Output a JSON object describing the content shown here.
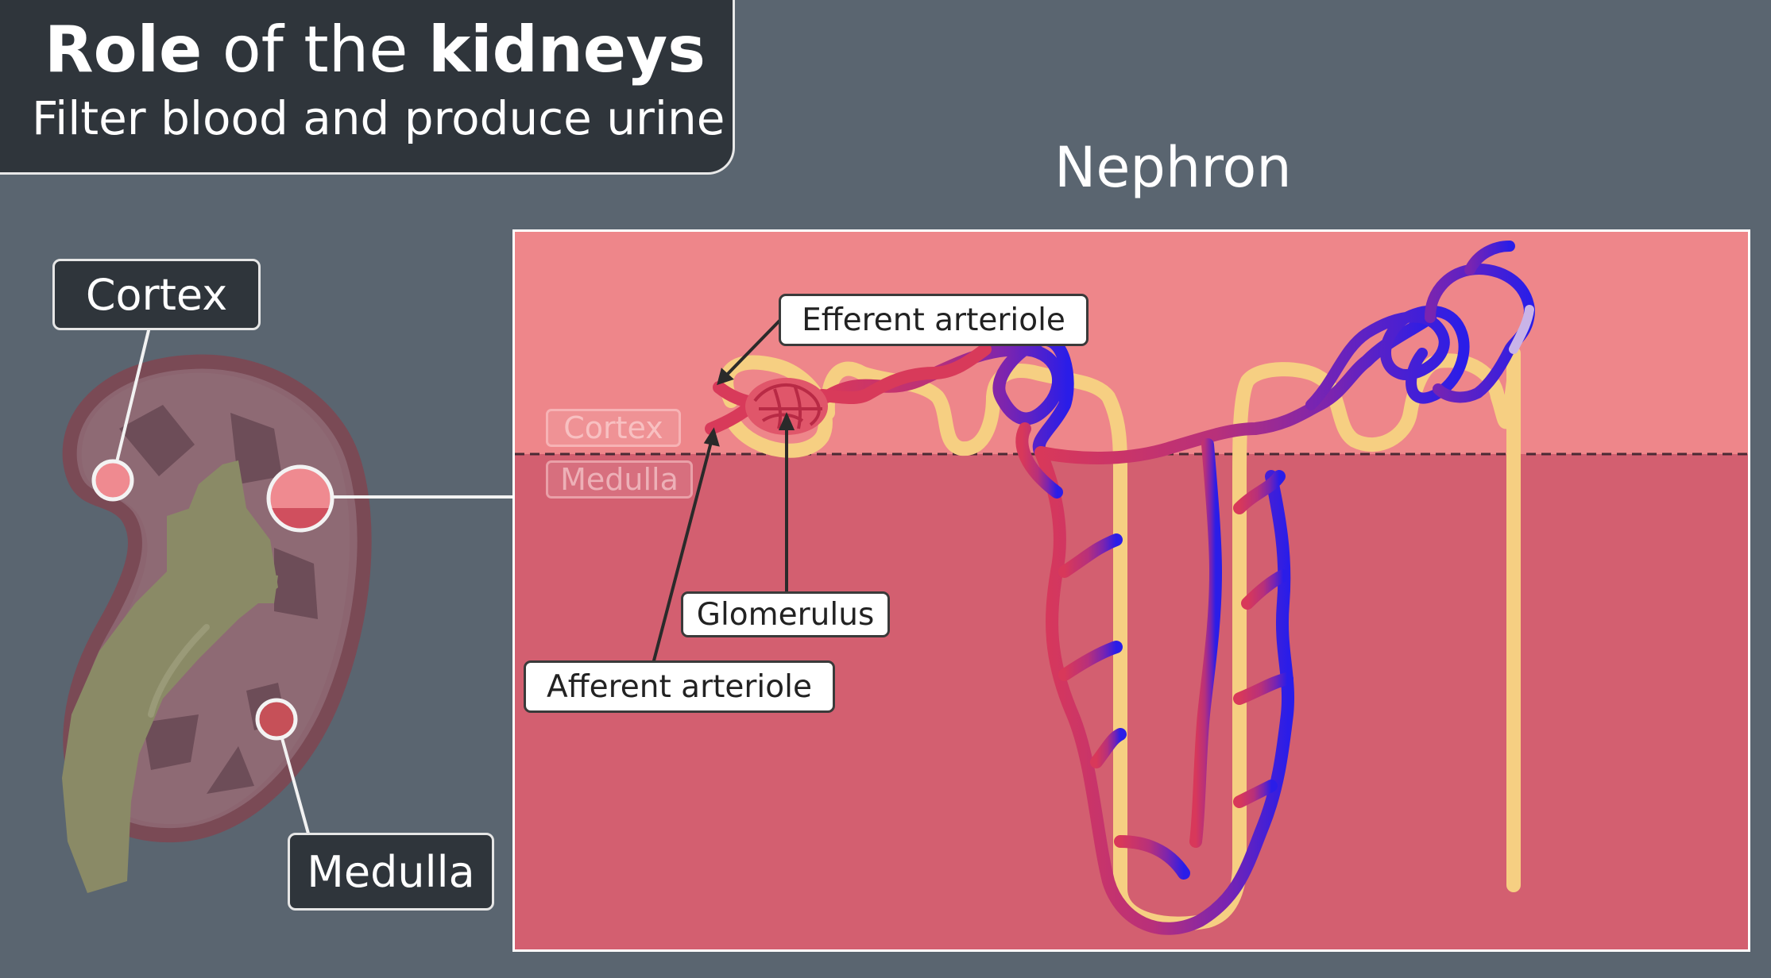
{
  "title": {
    "strong_1": "Role",
    "middle": "of the",
    "strong_2": "kidneys",
    "subtitle": "Filter blood and produce urine"
  },
  "section_heading": "Nephron",
  "kidney_labels": {
    "cortex": "Cortex",
    "medulla": "Medulla"
  },
  "nephron_labels": {
    "efferent_arteriole": "Efferent arteriole",
    "glomerulus": "Glomerulus",
    "afferent_arteriole": "Afferent arteriole",
    "cortex_zone": "Cortex",
    "medulla_zone": "Medulla"
  },
  "colors": {
    "background": "#5a6570",
    "panel": "#2f353b",
    "cortex_zone": "#ee868a",
    "medulla_zone": "#d35f70",
    "tubule": "#f6cf82",
    "artery": "#d83a5a",
    "vein": "#2a1de8"
  }
}
